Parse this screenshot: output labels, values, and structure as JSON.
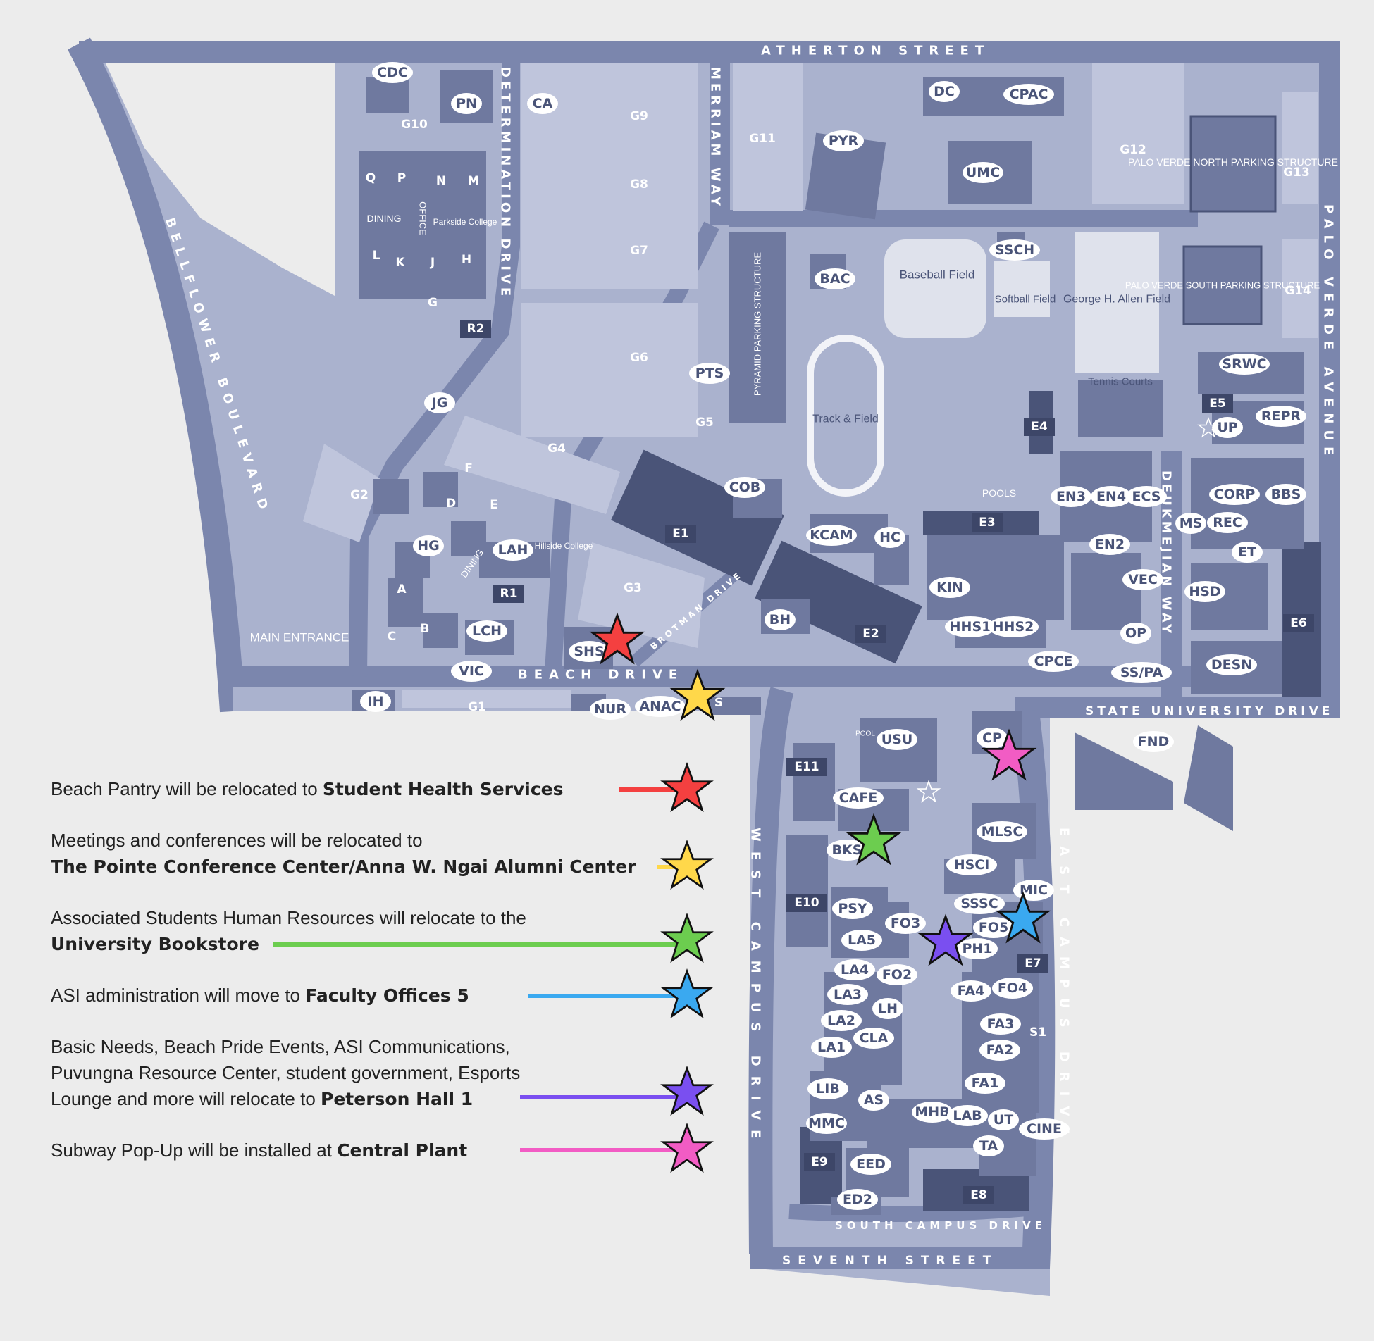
{
  "streets": {
    "atherton": "ATHERTON STREET",
    "bellflower": "BELLFLOWER BOULEVARD",
    "palo_verde": "PALO VERDE AVENUE",
    "beach_drive": "BEACH DRIVE",
    "state_univ": "STATE UNIVERSITY DRIVE",
    "determination": "DETERMINATION DRIVE",
    "merriam": "MERRIAM WAY",
    "deukmejian": "DEUKMEJIAN WAY",
    "west_campus": "WEST CAMPUS DRIVE",
    "east_campus": "EAST CAMPUS DRIVE",
    "south_campus": "SOUTH CAMPUS DRIVE",
    "seventh": "SEVENTH STREET",
    "brotman": "BROTMAN DRIVE"
  },
  "areas": {
    "main_entrance": "MAIN ENTRANCE",
    "baseball": "Baseball Field",
    "softball": "Softball Field",
    "allen_field": "George H. Allen Field",
    "tennis": "Tennis Courts",
    "track": "Track & Field",
    "pools": "POOLS",
    "pool": "POOL",
    "pyramid_parking": "PYRAMID PARKING STRUCTURE",
    "pv_north": "PALO VERDE NORTH PARKING STRUCTURE",
    "pv_south": "PALO VERDE SOUTH PARKING STRUCTURE",
    "parkside": "Parkside College",
    "hillside": "Hillside College",
    "dining1": "DINING",
    "dining2": "DINING",
    "office": "OFFICE"
  },
  "buildings": [
    "CDC",
    "PN",
    "CA",
    "G9",
    "G8",
    "G7",
    "G10",
    "G11",
    "PYR",
    "DC",
    "CPAC",
    "UMC",
    "G12",
    "G13",
    "G14",
    "Q",
    "P",
    "N",
    "M",
    "L",
    "K",
    "J",
    "H",
    "G",
    "R2",
    "JG",
    "G6",
    "G5",
    "G4",
    "G2",
    "PTS",
    "BAC",
    "SSCH",
    "COB",
    "E1",
    "KCAM",
    "HC",
    "E3",
    "E4",
    "E5",
    "UP",
    "REPR",
    "SRWC",
    "EN3",
    "EN4",
    "ECS",
    "EN2",
    "CORP",
    "BBS",
    "MS",
    "REC",
    "ET",
    "F",
    "D",
    "E",
    "HG",
    "LAH",
    "R1",
    "A",
    "B",
    "C",
    "LCH",
    "VIC",
    "G3",
    "SHS",
    "BH",
    "E2",
    "KIN",
    "HHS1",
    "HHS2",
    "VEC",
    "HSD",
    "OP",
    "E6",
    "CPCE",
    "SS/PA",
    "DESN",
    "IH",
    "G1",
    "NUR",
    "ANAC",
    "S",
    "USU",
    "CP",
    "FND",
    "E11",
    "CAFE",
    "BKS",
    "MLSC",
    "HSCI",
    "SSSC",
    "MIC",
    "E10",
    "PSY",
    "FO3",
    "FO5",
    "LA5",
    "PH1",
    "E7",
    "LA4",
    "FO2",
    "FA4",
    "FO4",
    "LA3",
    "LH",
    "FA3",
    "S1",
    "LA2",
    "CLA",
    "FA2",
    "LA1",
    "FA1",
    "LIB",
    "AS",
    "MHB",
    "LAB",
    "UT",
    "CINE",
    "MMC",
    "TA",
    "E9",
    "EED",
    "E8",
    "ED2"
  ],
  "legend": [
    {
      "text": "Beach Pantry will be relocated to ",
      "bold": "Student Health Services",
      "color": "#f44040"
    },
    {
      "text": "Meetings and conferences will be relocated to",
      "bold": "The Pointe Conference Center/Anna W. Ngai Alumni Center",
      "color": "#ffd84a"
    },
    {
      "text": "Associated Students Human Resources will relocate to the",
      "bold": "University Bookstore",
      "color": "#6ccd4f"
    },
    {
      "text": "ASI administration will move to ",
      "bold": "Faculty Offices 5",
      "color": "#3aa9f0"
    },
    {
      "text": "Basic Needs, Beach Pride Events, ASI Communications,",
      "text2": "Puvungna Resource Center, student government, Esports",
      "text3": "Lounge and more will relocate to ",
      "bold": "Peterson Hall 1",
      "color": "#7a4ff0"
    },
    {
      "text": "Subway Pop-Up will be installed at ",
      "bold": "Central Plant",
      "color": "#f25cc4"
    }
  ],
  "colors": {
    "campus": "#aab2ce",
    "road": "#7b86ad",
    "building": "#6f799f",
    "dark": "#4a5478",
    "oval": "#f2f3f8"
  }
}
